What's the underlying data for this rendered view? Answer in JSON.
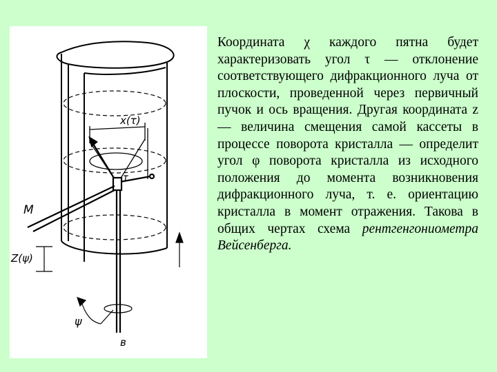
{
  "slide": {
    "background": "#ccffcc",
    "paragraph_main": "Координата χ каждого пятна будет характеризовать угол τ — отклонение соответствующего дифракционного луча от плоскости, проведенной через первичный пучок и ось вращения. Другая координата z — величина смещения самой кассеты в процессе поворота кристалла — определит угол φ поворота кристалла из исходного положения до момента возникновения дифракционного луча, т. е. ориентацию кристалла в момент отражения. Такова в общих чертах схема",
    "paragraph_italic_tail": "рентгенгониометра Вейсенберга."
  },
  "diagram": {
    "label_x_tau": "x(τ)",
    "label_M": "M",
    "label_tau": "τ",
    "label_z_psi": "Z(ψ)",
    "label_psi": "ψ",
    "label_B": "в"
  }
}
